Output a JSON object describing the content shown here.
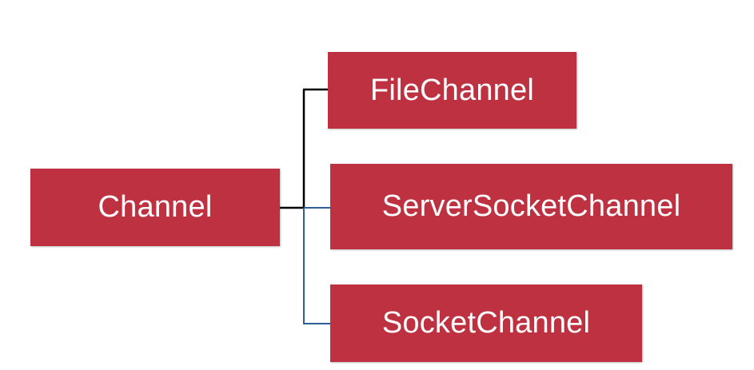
{
  "diagram": {
    "root": {
      "label": "Channel"
    },
    "children": [
      {
        "label": "FileChannel"
      },
      {
        "label": "ServerSocketChannel"
      },
      {
        "label": "SocketChannel"
      }
    ],
    "colors": {
      "box_fill": "#be3141",
      "box_text": "#ffffff",
      "connector_primary": "#000000",
      "connector_secondary": "#2e5d9a"
    }
  }
}
